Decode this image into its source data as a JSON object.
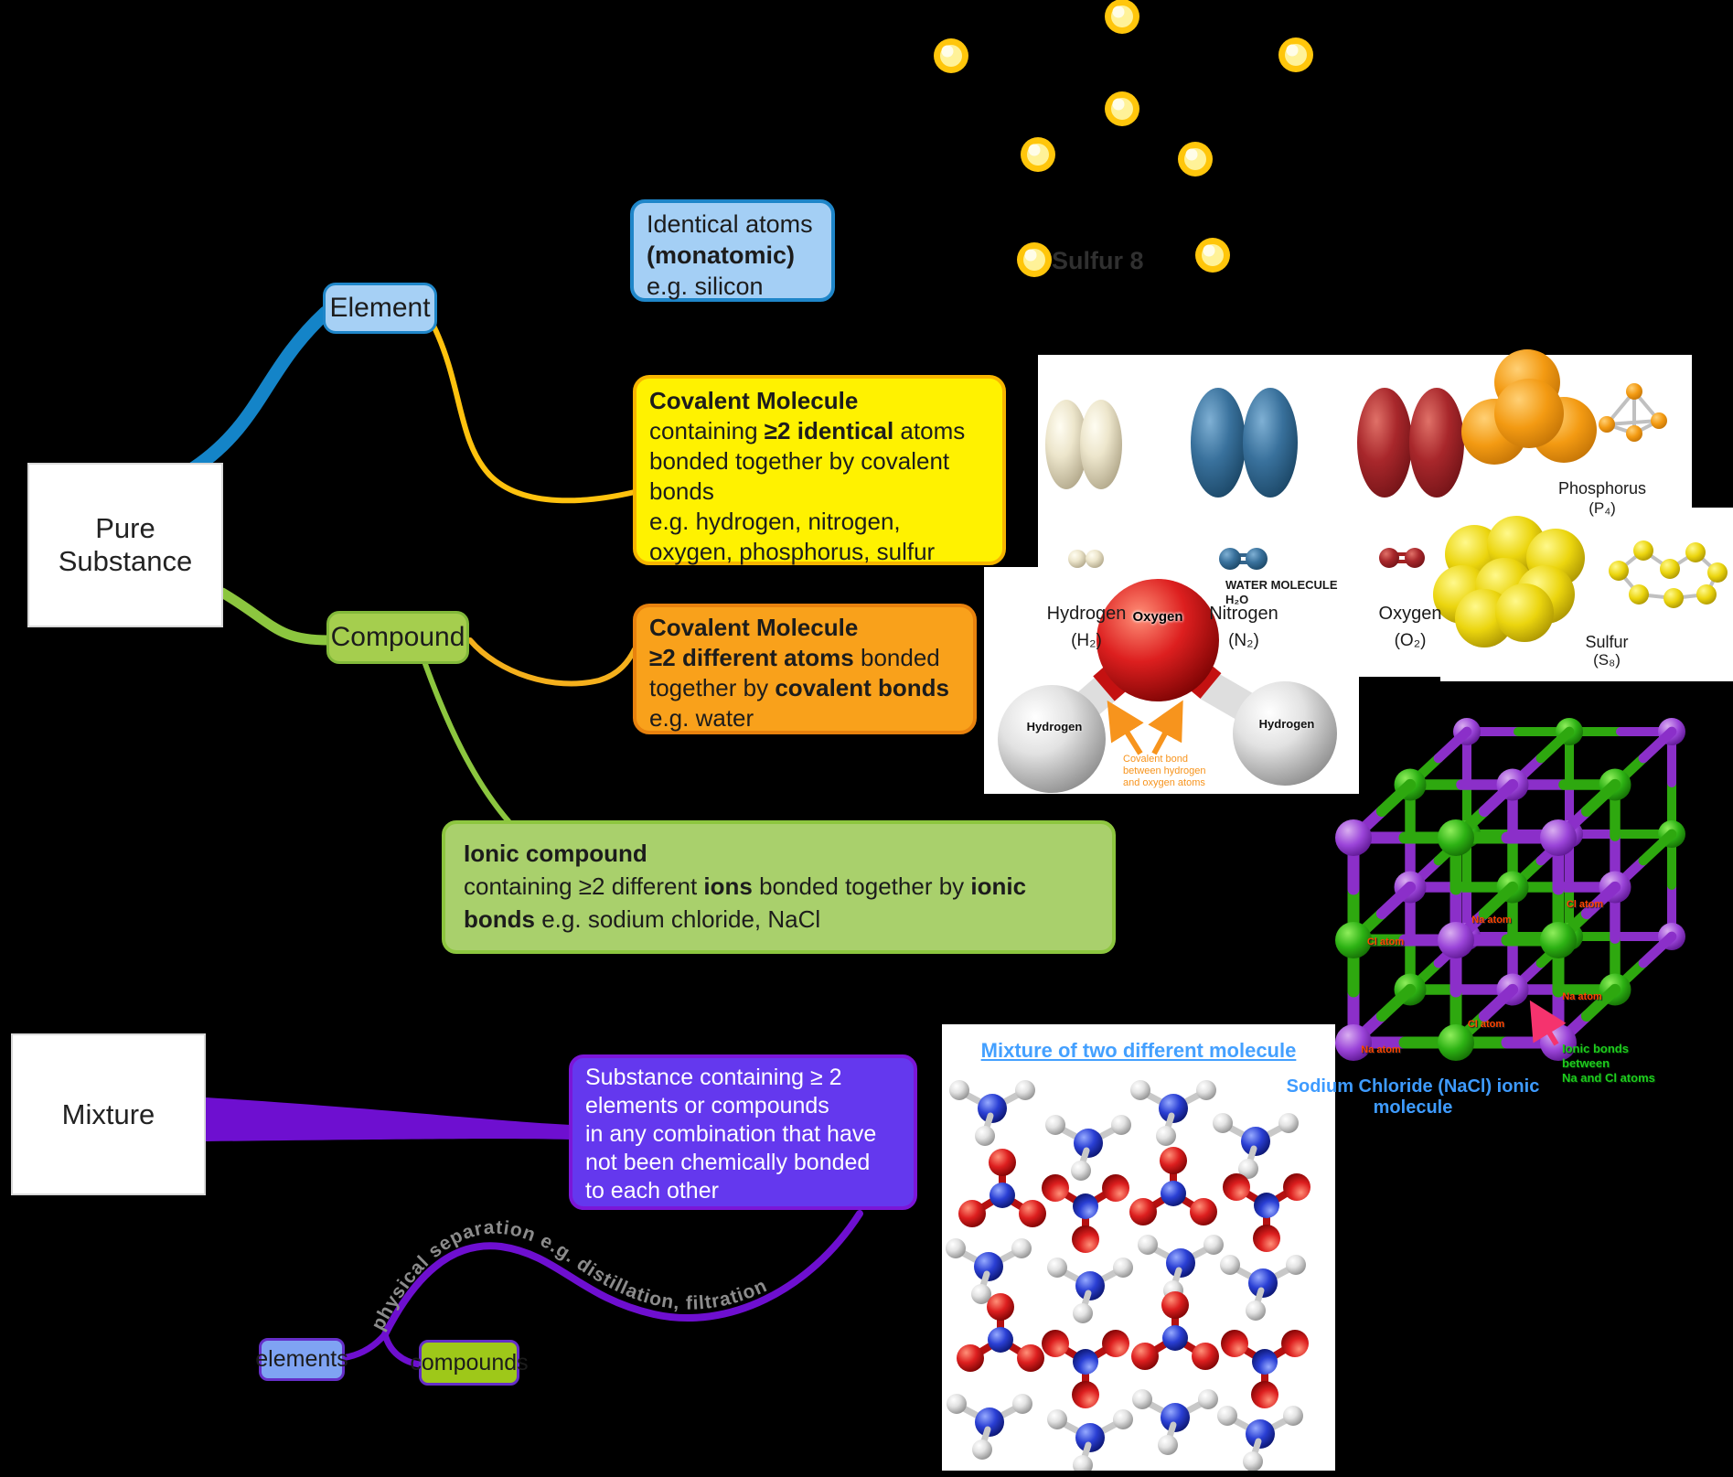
{
  "map": {
    "pure_substance": "Pure Substance",
    "element": "Element",
    "compound": "Compound",
    "mixture": "Mixture",
    "elements": "elements",
    "compounds": "compounds",
    "separation_label": "physical separation e.g. distillation, filtration"
  },
  "monatomic_box": {
    "l1": "Identical atoms",
    "l2": "(monatomic)",
    "l3": "e.g. silicon"
  },
  "covalent_element_box": {
    "title": "Covalent Molecule",
    "l2a": "containing ",
    "l2b": "≥2 identical",
    "l2c": " atoms",
    "l3": "bonded together by covalent",
    "l4": "bonds",
    "l5": "e.g. hydrogen, nitrogen,",
    "l6": "oxygen, phosphorus, sulfur"
  },
  "covalent_compound_box": {
    "title": "Covalent Molecule",
    "l2a": "≥2 different atoms",
    "l2b": " bonded",
    "l3a": "together by ",
    "l3b": "covalent bonds",
    "l4": "e.g. water"
  },
  "ionic_box": {
    "title": "Ionic compound",
    "l2a": "containing ≥2 different ",
    "l2b": "ions",
    "l2c": " bonded together by ",
    "l2d": "ionic",
    "l3a": "bonds",
    "l3b": " e.g. sodium chloride, NaCl"
  },
  "mixture_box": {
    "l1": "Substance containing ≥ 2",
    "l2": "elements or compounds",
    "l3": "in any combination that have",
    "l4": "not been chemically bonded",
    "l5": "to each other"
  },
  "sulfur8": {
    "label": "Sulfur 8"
  },
  "diatomic_panel": {
    "hydrogen": {
      "name": "Hydrogen",
      "formula": "(H₂)"
    },
    "nitrogen": {
      "name": "Nitrogen",
      "formula": "(N₂)"
    },
    "oxygen": {
      "name": "Oxygen",
      "formula": "(O₂)"
    },
    "phosphorus": {
      "name": "Phosphorus",
      "formula": "(P₄)"
    },
    "sulfur": {
      "name": "Sulfur",
      "formula": "(S₈)"
    }
  },
  "water_panel": {
    "title": "WATER MOLECULE",
    "formula": "H₂O",
    "oxygen_label": "Oxygen",
    "hydrogen_left": "Hydrogen",
    "hydrogen_right": "Hydrogen",
    "caption_l1": "Covalent bond",
    "caption_l2": "between hydrogen",
    "caption_l3": "and oxygen atoms"
  },
  "nacl_panel": {
    "title": "Sodium Chloride (NaCl) ionic molecule",
    "na_label": "Na atom",
    "cl_label": "Cl atom",
    "caption_l1": "Ionic bonds",
    "caption_l2": "between",
    "caption_l3": "Na and Cl atoms"
  },
  "mixture_panel": {
    "title": "Mixture of two different molecule"
  },
  "colors": {
    "blue_branch": "#1484C8",
    "element_fill": "#A6D0F5",
    "yellow_fill": "#FFF200",
    "amber_border": "#F7B500",
    "orange_fill": "#F9A11B",
    "green_branch": "#8CC63F",
    "ionic_fill": "#A9D06C",
    "purple_branch": "#6E0FD0",
    "violet_fill": "#6438EE",
    "periwinkle_fill": "#7FA3F3",
    "lime_fill": "#9EC819",
    "nacl_title_blue": "#3E9BFF",
    "mixture_title_blue": "#44A0FF"
  }
}
